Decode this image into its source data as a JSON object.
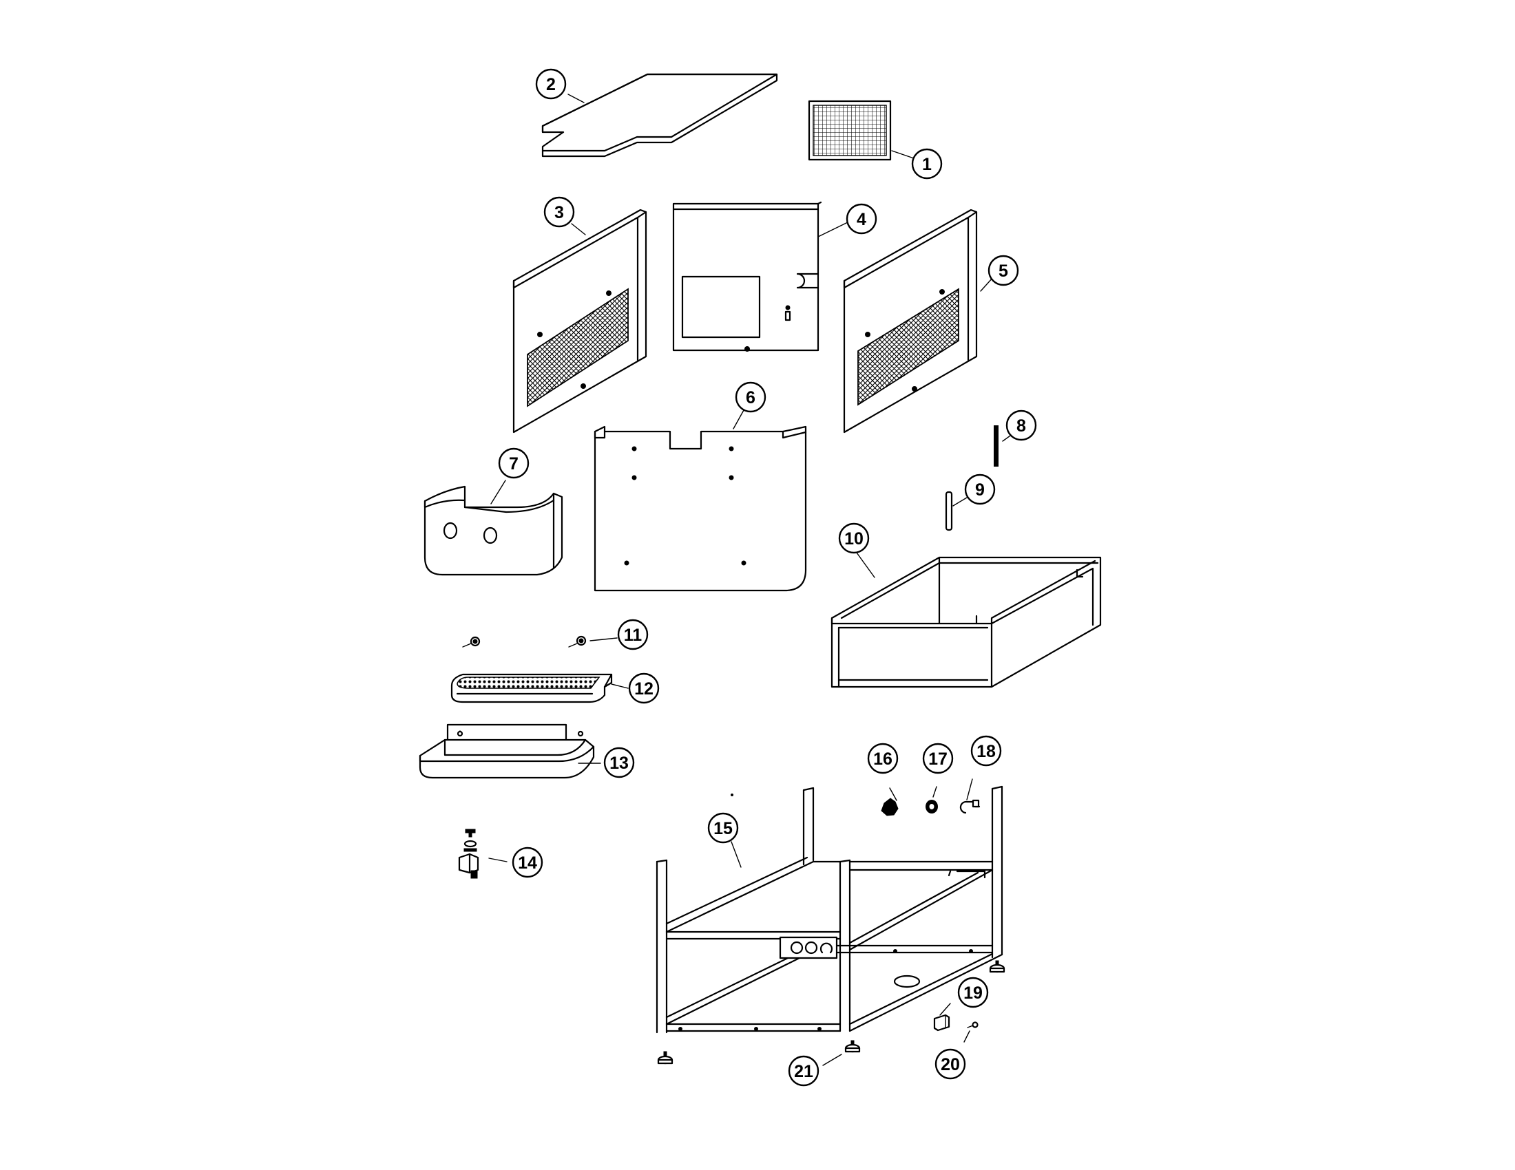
{
  "callouts": [
    {
      "id": "1",
      "label": "1"
    },
    {
      "id": "2",
      "label": "2"
    },
    {
      "id": "3",
      "label": "3"
    },
    {
      "id": "4",
      "label": "4"
    },
    {
      "id": "5",
      "label": "5"
    },
    {
      "id": "6",
      "label": "6"
    },
    {
      "id": "7",
      "label": "7"
    },
    {
      "id": "8",
      "label": "8"
    },
    {
      "id": "9",
      "label": "9"
    },
    {
      "id": "10",
      "label": "10"
    },
    {
      "id": "11",
      "label": "11"
    },
    {
      "id": "12",
      "label": "12"
    },
    {
      "id": "13",
      "label": "13"
    },
    {
      "id": "14",
      "label": "14"
    },
    {
      "id": "15",
      "label": "15"
    },
    {
      "id": "16",
      "label": "16"
    },
    {
      "id": "17",
      "label": "17"
    },
    {
      "id": "18",
      "label": "18"
    },
    {
      "id": "19",
      "label": "19"
    },
    {
      "id": "20",
      "label": "20"
    },
    {
      "id": "21",
      "label": "21"
    }
  ],
  "colors": {
    "line": "#000000",
    "background": "#ffffff"
  }
}
